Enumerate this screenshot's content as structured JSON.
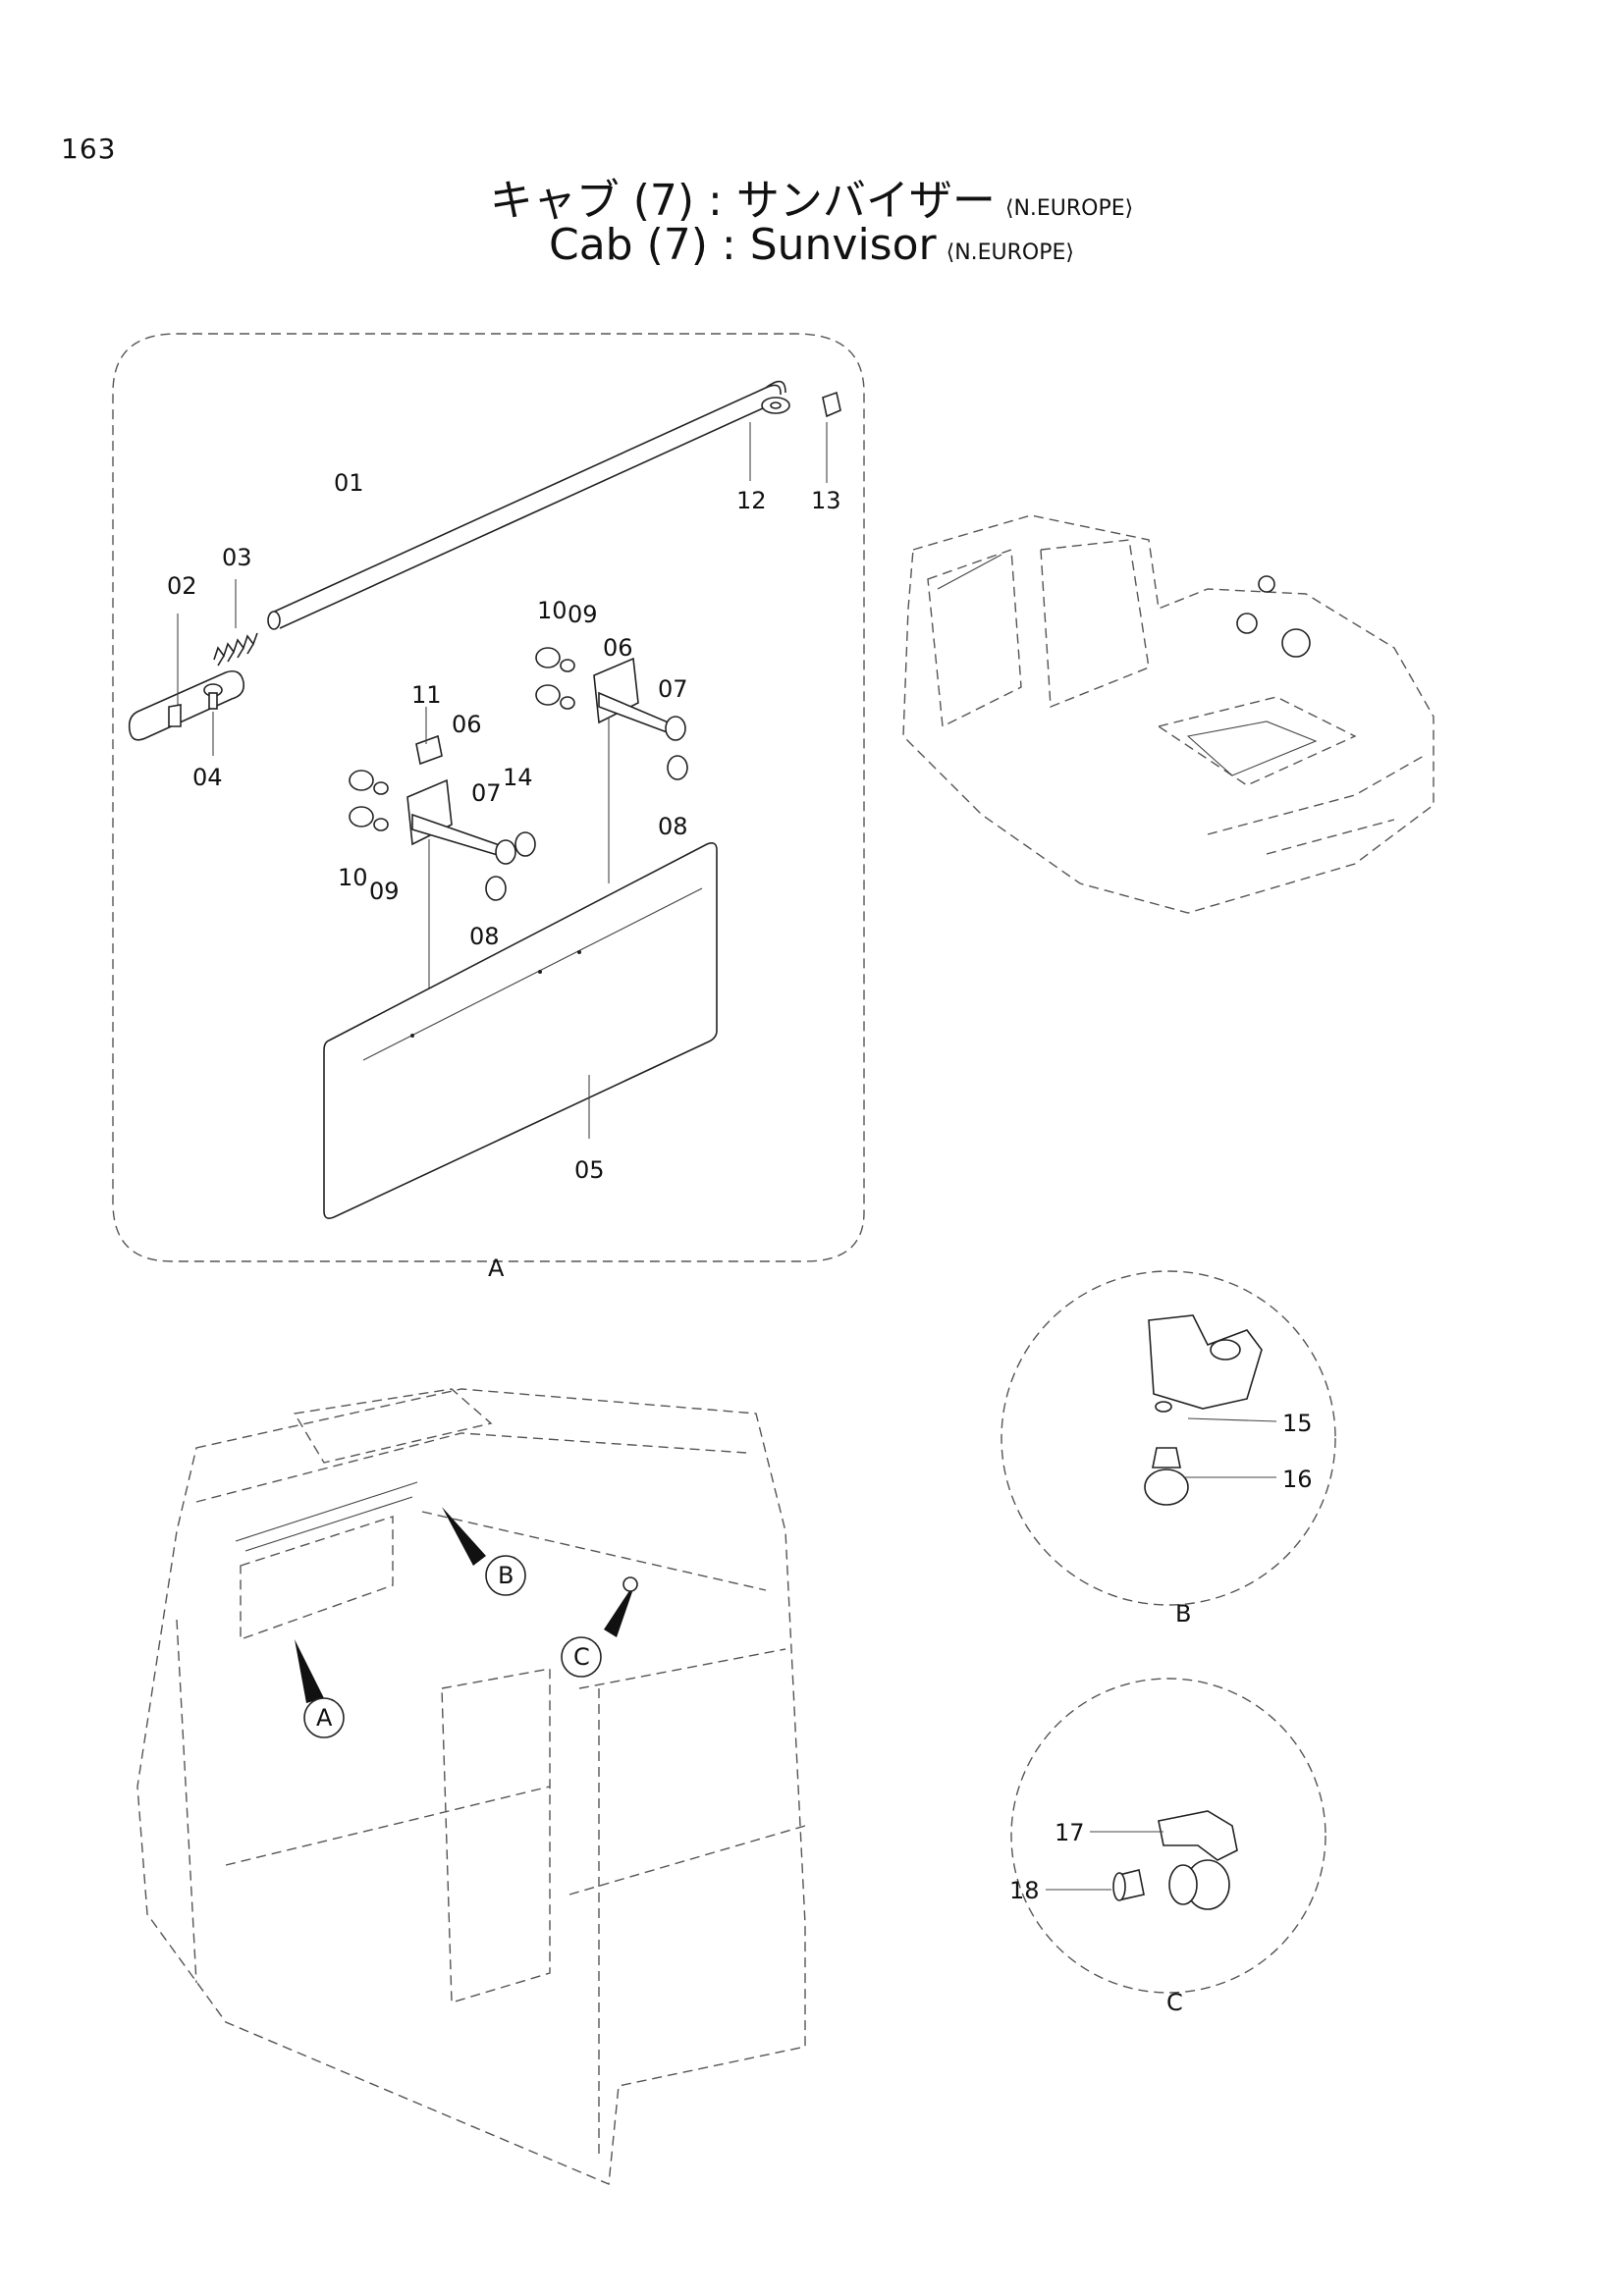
{
  "page_number": "163",
  "title_jp": "キャブ (7) : サンバイザー",
  "title_en": "Cab (7) : Sunvisor",
  "region_tag": "⟨N.EUROPE⟩",
  "detail_labels": {
    "a": "A",
    "b": "B",
    "c": "C"
  },
  "callouts": {
    "c01": "01",
    "c02": "02",
    "c03": "03",
    "c04": "04",
    "c05": "05",
    "c06a": "06",
    "c06b": "06",
    "c07a": "07",
    "c07b": "07",
    "c08a": "08",
    "c08b": "08",
    "c09a": "09",
    "c09b": "09",
    "c10a": "10",
    "c10b": "10",
    "c11": "11",
    "c12": "12",
    "c13": "13",
    "c14": "14",
    "c15": "15",
    "c16": "16",
    "c17": "17",
    "c18": "18"
  }
}
